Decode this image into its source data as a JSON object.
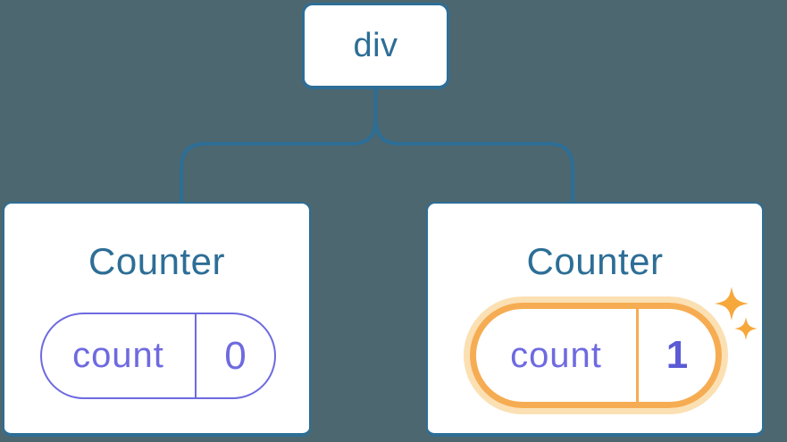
{
  "colors": {
    "background": "#4C6770",
    "node_blue": "#2D6E96",
    "state_purple": "#6E6AE0",
    "state_value_strong": "#5B5BD6",
    "highlight_orange": "#F6AC52",
    "highlight_halo": "#FBE0B3",
    "sparkle_orange": "#F6A83B",
    "card_background": "#FFFFFF"
  },
  "tree": {
    "root": {
      "label": "div"
    },
    "children": [
      {
        "title": "Counter",
        "state": {
          "name": "count",
          "value": "0"
        },
        "highlighted": false
      },
      {
        "title": "Counter",
        "state": {
          "name": "count",
          "value": "1"
        },
        "highlighted": true,
        "badge_icon": "sparkles-icon"
      }
    ]
  }
}
